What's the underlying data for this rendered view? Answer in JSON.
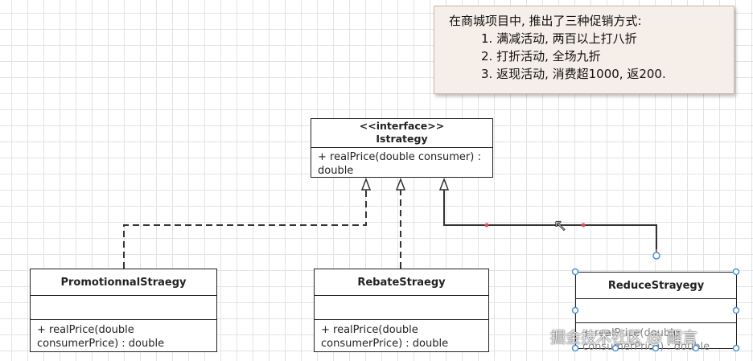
{
  "note": {
    "title": "在商城项目中, 推出了三种促销方式:",
    "items": [
      "1. 满减活动, 两百以上打八折",
      "2. 打折活动, 全场九折",
      "3. 返现活动, 消费超1000, 返200."
    ]
  },
  "interface_class": {
    "stereotype": "<<interface>>",
    "name": "Istrategy",
    "operation_line1": "+ realPrice(double consumer) :",
    "operation_line2": "double"
  },
  "classes": [
    {
      "name": "PromotionnalStraegy",
      "operation_line1": "+ realPrice(double",
      "operation_line2": "consumerPrice) : double"
    },
    {
      "name": "RebateStraegy",
      "operation_line1": "+ realPrice(double",
      "operation_line2": "consumerPrice) : double"
    },
    {
      "name": "ReduceStrayegy",
      "operation_line1": "+ realPrice(double",
      "operation_line2": "consumerPrice) : double"
    }
  ],
  "watermark": "掘金技术社区 @ 醒言",
  "colors": {
    "note_background": "#f6efe9",
    "line": "#333333",
    "selection_handle": "#4a90d9",
    "anchor_point": "#e05050"
  }
}
